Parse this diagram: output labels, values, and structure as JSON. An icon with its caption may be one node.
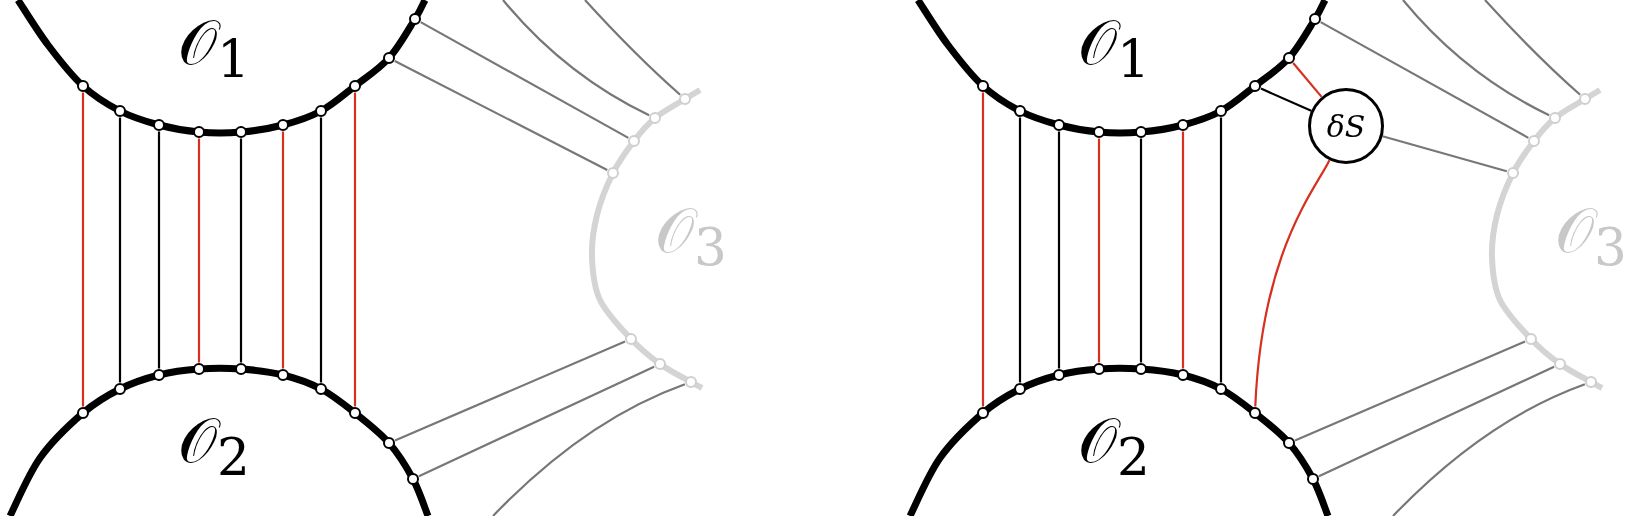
{
  "diagram": {
    "nodes": [
      {
        "text": [],
        "shape": "circle"
      },
      {
        "text": [],
        "shape": "circle"
      },
      {
        "text": [],
        "shape": "circle"
      },
      {
        "text": [],
        "shape": "circle"
      },
      {
        "text": [],
        "shape": "circle"
      },
      {
        "text": [],
        "shape": "circle"
      },
      {
        "text": [],
        "shape": "circle"
      },
      {
        "text": [],
        "shape": "circle"
      },
      {
        "text": [],
        "shape": "circle"
      },
      {
        "text": [],
        "shape": "circle"
      },
      {
        "text": [],
        "shape": "circle"
      },
      {
        "text": [],
        "shape": "circle"
      },
      {
        "text": [],
        "shape": "circle"
      },
      {
        "text": [],
        "shape": "circle"
      },
      {
        "text": [],
        "shape": "circle"
      },
      {
        "text": [],
        "shape": "circle"
      },
      {
        "text": [],
        "shape": "circle"
      },
      {
        "text": [],
        "shape": "circle"
      },
      {
        "text": [],
        "shape": "circle"
      },
      {
        "text": [],
        "shape": "circle"
      },
      {
        "text": [],
        "shape": "circle"
      },
      {
        "text": [],
        "shape": "circle"
      },
      {
        "text": [],
        "shape": "circle"
      },
      {
        "text": [],
        "shape": "circle"
      },
      {
        "text": [],
        "shape": "circle"
      },
      {
        "text": [],
        "shape": "circle"
      },
      {
        "text": [],
        "shape": "circle"
      },
      {
        "text": [],
        "shape": "circle"
      },
      {
        "text": [],
        "shape": "circle"
      },
      {
        "text": [],
        "shape": "circle"
      },
      {
        "text": [],
        "shape": "circle"
      },
      {
        "text": [],
        "shape": "circle"
      },
      {
        "text": [],
        "shape": "circle"
      },
      {
        "text": [],
        "shape": "circle"
      },
      {
        "text": [],
        "shape": "circle"
      },
      {
        "text": [],
        "shape": "circle"
      },
      {
        "text": [],
        "shape": "circle"
      },
      {
        "text": [],
        "shape": "circle"
      },
      {
        "text": [],
        "shape": "circle"
      },
      {
        "text": [],
        "shape": "circle"
      },
      {
        "text": [],
        "shape": "circle"
      },
      {
        "text": [],
        "shape": "circle"
      },
      {
        "text": [],
        "shape": "circle"
      },
      {
        "text": [],
        "shape": "circle"
      },
      {
        "text": [],
        "shape": "circle"
      },
      {
        "text": [],
        "shape": "circle"
      },
      {
        "text": [],
        "shape": "circle"
      },
      {
        "text": [],
        "shape": "circle"
      },
      {
        "text": [],
        "shape": "circle"
      },
      {
        "text": [],
        "shape": "circle"
      },
      {
        "text": [],
        "shape": "circle"
      },
      {
        "text": [],
        "shape": "circle"
      },
      {
        "text": [],
        "shape": "circle"
      },
      {
        "text": [],
        "shape": "circle"
      },
      {
        "text": [
          "δS"
        ]
      }
    ],
    "edges": [
      {
        "from": 0,
        "to": 10,
        "arrow": "none",
        "color": "#d7301f"
      },
      {
        "from": 1,
        "to": 11,
        "arrow": "none",
        "color": "#000000"
      },
      {
        "from": 2,
        "to": 12,
        "arrow": "none",
        "color": "#000000"
      },
      {
        "from": 3,
        "to": 13,
        "arrow": "none",
        "color": "#d7301f"
      },
      {
        "from": 4,
        "to": 14,
        "arrow": "none",
        "color": "#000000"
      },
      {
        "from": 5,
        "to": 15,
        "arrow": "none",
        "color": "#d7301f"
      },
      {
        "from": 6,
        "to": 16,
        "arrow": "none",
        "color": "#000000"
      },
      {
        "from": 7,
        "to": 17,
        "arrow": "none",
        "color": "#d7301f"
      },
      {
        "from": 9,
        "to": 21,
        "arrow": "none",
        "color": "#777777"
      },
      {
        "from": 8,
        "to": 20,
        "arrow": "none",
        "color": "#777777"
      },
      {
        "from": null,
        "to": 22,
        "arrow": "none",
        "color": "#777777"
      },
      {
        "from": null,
        "to": 23,
        "arrow": "none",
        "color": "#777777"
      },
      {
        "from": 18,
        "to": 24,
        "arrow": "none",
        "color": "#777777"
      },
      {
        "from": 19,
        "to": 25,
        "arrow": "none",
        "color": "#777777"
      },
      {
        "from": null,
        "to": 26,
        "arrow": "none",
        "color": "#777777"
      },
      {
        "from": 27,
        "to": 37,
        "arrow": "none",
        "color": "#d7301f"
      },
      {
        "from": 28,
        "to": 38,
        "arrow": "none",
        "color": "#000000"
      },
      {
        "from": 29,
        "to": 39,
        "arrow": "none",
        "color": "#000000"
      },
      {
        "from": 30,
        "to": 40,
        "arrow": "none",
        "color": "#d7301f"
      },
      {
        "from": 31,
        "to": 41,
        "arrow": "none",
        "color": "#000000"
      },
      {
        "from": 32,
        "to": 42,
        "arrow": "none",
        "color": "#d7301f"
      },
      {
        "from": 33,
        "to": 43,
        "arrow": "none",
        "color": "#000000"
      },
      {
        "from": 35,
        "to": 54,
        "arrow": "none",
        "color": "#d7301f"
      },
      {
        "from": 34,
        "to": 54,
        "arrow": "none",
        "color": "#000000"
      },
      {
        "from": 54,
        "to": 44,
        "arrow": "none",
        "color": "#d7301f"
      },
      {
        "from": 54,
        "to": 47,
        "arrow": "none",
        "color": "#777777"
      },
      {
        "from": 36,
        "to": 48,
        "arrow": "none",
        "color": "#777777"
      },
      {
        "from": null,
        "to": 49,
        "arrow": "none",
        "color": "#777777"
      },
      {
        "from": null,
        "to": 50,
        "arrow": "none",
        "color": "#777777"
      },
      {
        "from": 45,
        "to": 51,
        "arrow": "none",
        "color": "#777777"
      },
      {
        "from": 46,
        "to": 52,
        "arrow": "none",
        "color": "#777777"
      },
      {
        "from": null,
        "to": 53,
        "arrow": "none",
        "color": "#777777"
      }
    ],
    "labels": [
      "𝒪$_{1}$",
      "𝒪$_{1}$",
      "𝒪$_{3}$",
      "𝒪$_{3}$",
      "𝒪$_{2}$",
      "𝒪$_{2}$"
    ]
  }
}
